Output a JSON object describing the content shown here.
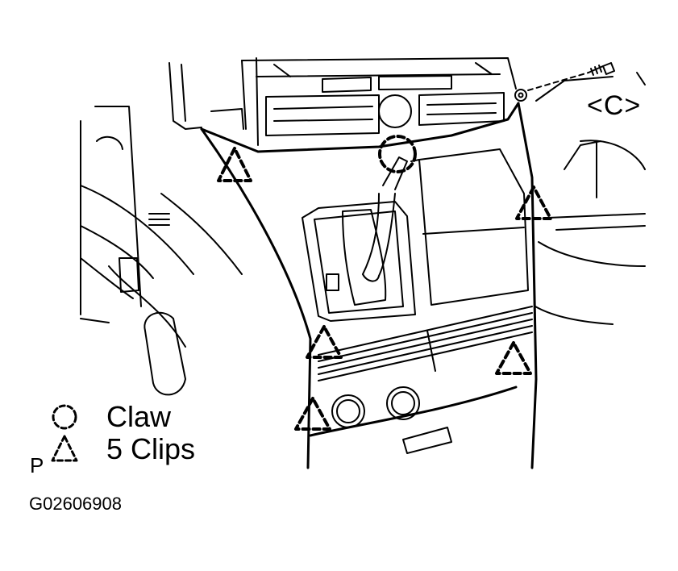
{
  "view_label": "<C>",
  "legend": {
    "claw": {
      "label": "Claw",
      "icon": "dashed-circle-icon"
    },
    "clip": {
      "label": "5 Clips",
      "icon": "dashed-triangle-icon"
    }
  },
  "corner_mark": "P",
  "figure_id": "G02606908",
  "colors": {
    "line": "#000000",
    "background": "#ffffff"
  }
}
